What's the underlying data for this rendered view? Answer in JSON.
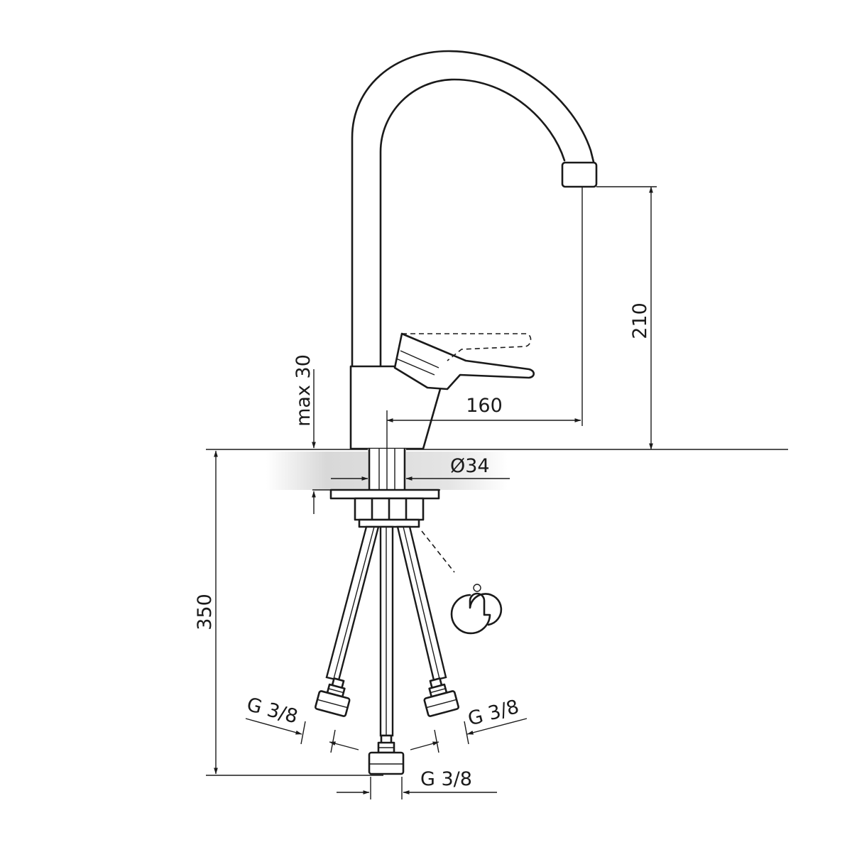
{
  "dimensions": {
    "spout_height": "210",
    "reach": "160",
    "deck_thickness": "max 30",
    "base_diameter": "Ø34",
    "total_height_below": "350",
    "connector_left": "G 3/8",
    "connector_right": "G 3/8",
    "connector_center": "G 3/8"
  }
}
